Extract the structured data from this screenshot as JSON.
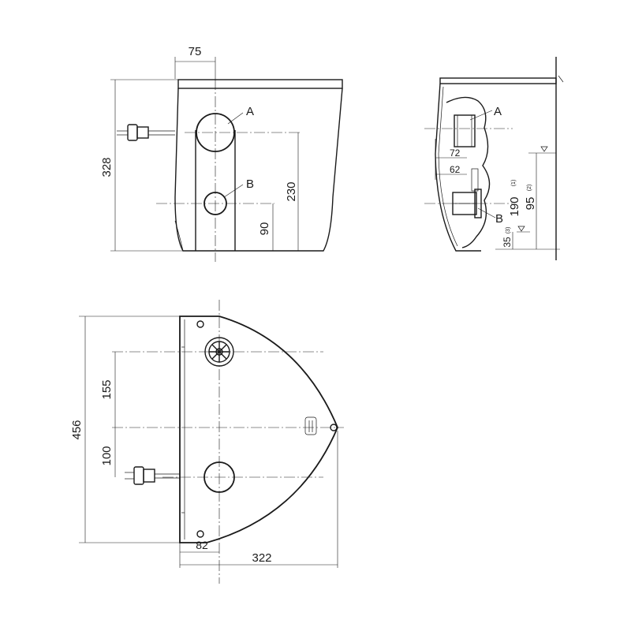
{
  "front_view": {
    "dim_top": "75",
    "dim_height": "328",
    "dim_a_height": "230",
    "dim_b_height": "90",
    "label_a": "A",
    "label_b": "B"
  },
  "side_view": {
    "label_a": "A",
    "label_b": "B",
    "dim_72": "72",
    "dim_62": "62",
    "dim_190": "190",
    "dim_190_note": "(1)",
    "dim_95": "95",
    "dim_95_note": "(2)",
    "dim_35": "35",
    "dim_35_note": "(3)"
  },
  "top_view": {
    "dim_total_depth": "456",
    "dim_upper": "155",
    "dim_lower": "100",
    "dim_offset": "82",
    "dim_width": "322"
  }
}
